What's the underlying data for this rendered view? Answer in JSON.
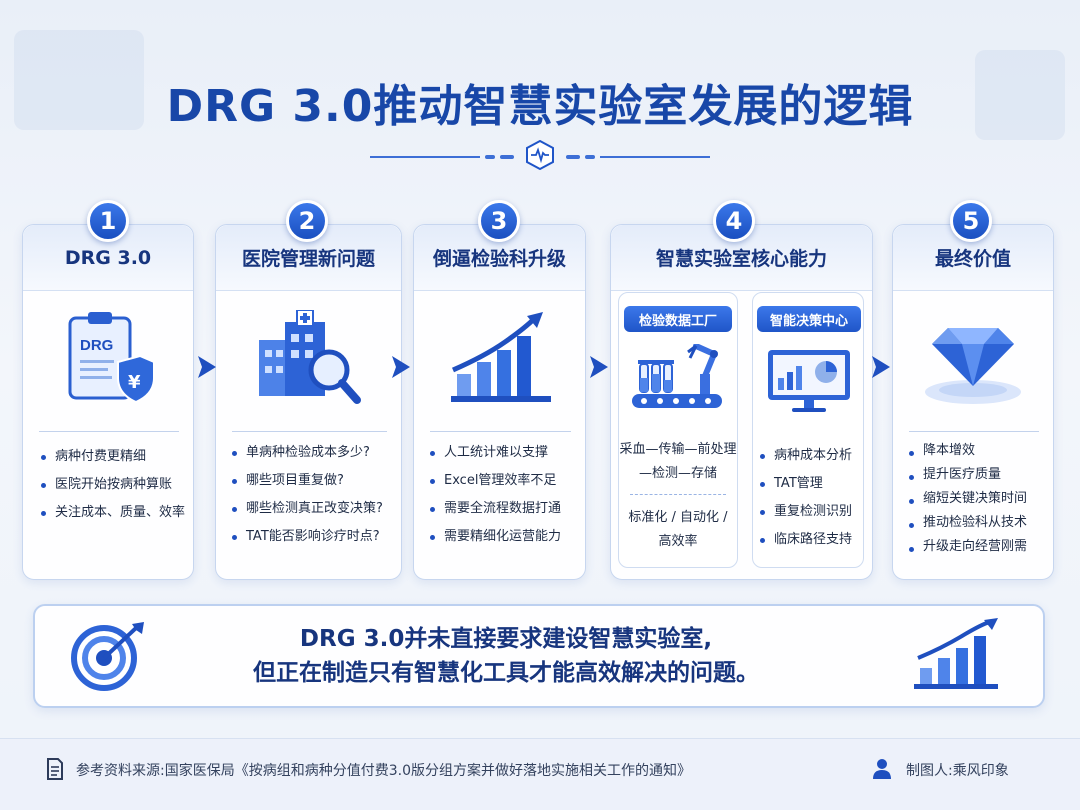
{
  "title": "DRG 3.0推动智慧实验室发展的逻辑",
  "steps": [
    {
      "num": "1",
      "heading": "DRG 3.0",
      "icon": "clipboard-drg-shield-icon",
      "icon_text": "DRG",
      "bullets": [
        "病种付费更精细",
        "医院开始按病种算账",
        "关注成本、质量、效率"
      ]
    },
    {
      "num": "2",
      "heading": "医院管理新问题",
      "icon": "hospital-magnifier-icon",
      "bullets": [
        "单病种检验成本多少?",
        "哪些项目重复做?",
        "哪些检测真正改变决策?",
        "TAT能否影响诊疗时点?"
      ]
    },
    {
      "num": "3",
      "heading": "倒逼检验科升级",
      "icon": "growth-bar-chart-icon",
      "bullets": [
        "人工统计难以支撑",
        "Excel管理效率不足",
        "需要全流程数据打通",
        "需要精细化运营能力"
      ]
    },
    {
      "num": "4",
      "heading": "智慧实验室核心能力",
      "icon": "",
      "sub": [
        {
          "label": "检验数据工厂",
          "icon": "lab-robot-arm-icon",
          "flow": [
            "采血—传输—前处理",
            "—检测—存储"
          ],
          "result": [
            "标准化 / 自动化 /",
            "高效率"
          ]
        },
        {
          "label": "智能决策中心",
          "icon": "dashboard-monitor-icon",
          "bullets": [
            "病种成本分析",
            "TAT管理",
            "重复检测识别",
            "临床路径支持"
          ]
        }
      ]
    },
    {
      "num": "5",
      "heading": "最终价值",
      "icon": "diamond-icon",
      "bullets": [
        "降本增效",
        "提升医疗质量",
        "缩短关键决策时间",
        "推动检验科从技术",
        "升级走向经营刚需"
      ]
    }
  ],
  "conclusion": {
    "line1": "DRG 3.0并未直接要求建设智慧实验室,",
    "line2": "但正在制造只有智慧化工具才能高效解决的问题。",
    "left_icon": "target-arrow-icon",
    "right_icon": "rising-chart-icon"
  },
  "footer": {
    "source": "参考资料来源:国家医保局《按病组和病种分值付费3.0版分组方案并做好落地实施相关工作的通知》",
    "author": "制图人:乘风印象"
  },
  "colors": {
    "primary": "#1f55c8",
    "title": "#1847a8",
    "text": "#1b2a4a"
  }
}
